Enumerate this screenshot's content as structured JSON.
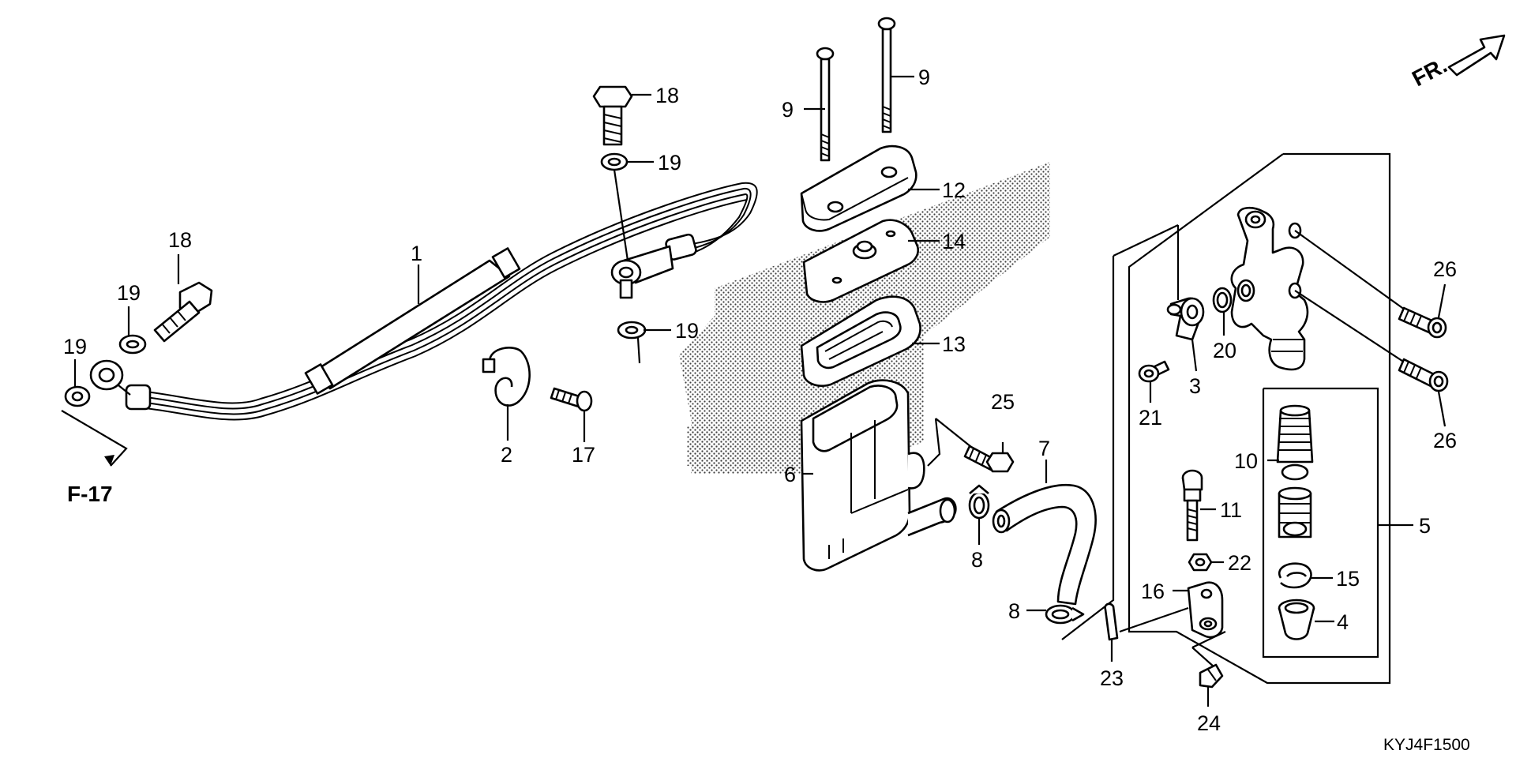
{
  "diagram": {
    "code": "KYJ4F1500",
    "front_marker": "FR.",
    "reference": "F-17",
    "callouts": [
      {
        "id": "c1",
        "text": "1"
      },
      {
        "id": "c2",
        "text": "2"
      },
      {
        "id": "c3",
        "text": "3"
      },
      {
        "id": "c4",
        "text": "4"
      },
      {
        "id": "c5",
        "text": "5"
      },
      {
        "id": "c6",
        "text": "6"
      },
      {
        "id": "c7",
        "text": "7"
      },
      {
        "id": "c8a",
        "text": "8"
      },
      {
        "id": "c8b",
        "text": "8"
      },
      {
        "id": "c9a",
        "text": "9"
      },
      {
        "id": "c9b",
        "text": "9"
      },
      {
        "id": "c10",
        "text": "10"
      },
      {
        "id": "c11",
        "text": "11"
      },
      {
        "id": "c12",
        "text": "12"
      },
      {
        "id": "c13",
        "text": "13"
      },
      {
        "id": "c14",
        "text": "14"
      },
      {
        "id": "c15",
        "text": "15"
      },
      {
        "id": "c16",
        "text": "16"
      },
      {
        "id": "c17",
        "text": "17"
      },
      {
        "id": "c18a",
        "text": "18"
      },
      {
        "id": "c18b",
        "text": "18"
      },
      {
        "id": "c19a",
        "text": "19"
      },
      {
        "id": "c19b",
        "text": "19"
      },
      {
        "id": "c19c",
        "text": "19"
      },
      {
        "id": "c19d",
        "text": "19"
      },
      {
        "id": "c20",
        "text": "20"
      },
      {
        "id": "c21",
        "text": "21"
      },
      {
        "id": "c22",
        "text": "22"
      },
      {
        "id": "c23",
        "text": "23"
      },
      {
        "id": "c24",
        "text": "24"
      },
      {
        "id": "c25",
        "text": "25"
      },
      {
        "id": "c26a",
        "text": "26"
      },
      {
        "id": "c26b",
        "text": "26"
      }
    ]
  }
}
